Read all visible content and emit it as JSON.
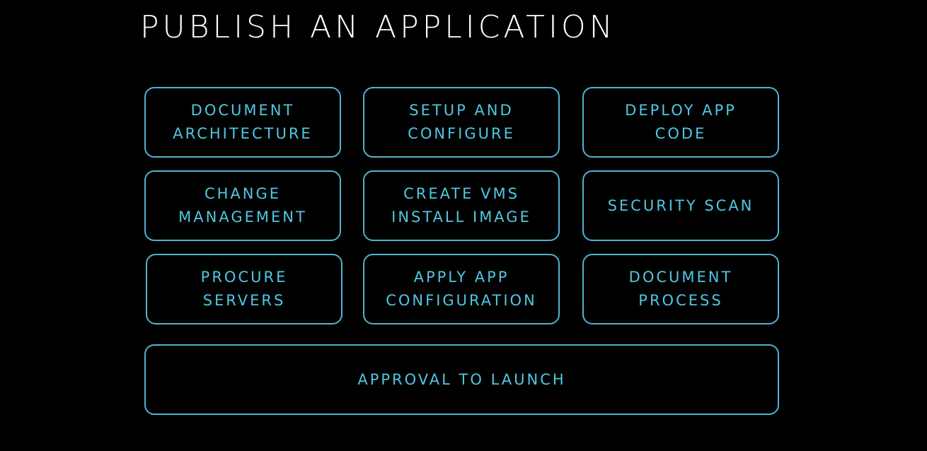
{
  "slide": {
    "title": "PUBLISH AN APPLICATION",
    "accent_color": "#4fc7e2",
    "border_color": "#4fb4d0",
    "background_color": "#000000"
  },
  "boxes": {
    "document_architecture": "DOCUMENT\nARCHITECTURE",
    "setup_and_configure": "SETUP AND\nCONFIGURE",
    "deploy_app_code": "DEPLOY APP\nCODE",
    "change_management": "CHANGE\nMANAGEMENT",
    "create_vms_install_image": "CREATE VMS\nINSTALL IMAGE",
    "security_scan": "SECURITY SCAN",
    "procure_servers": "PROCURE\nSERVERS",
    "apply_app_configuration": "APPLY APP\nCONFIGURATION",
    "document_process": "DOCUMENT\nPROCESS",
    "approval_to_launch": "APPROVAL TO LAUNCH"
  }
}
